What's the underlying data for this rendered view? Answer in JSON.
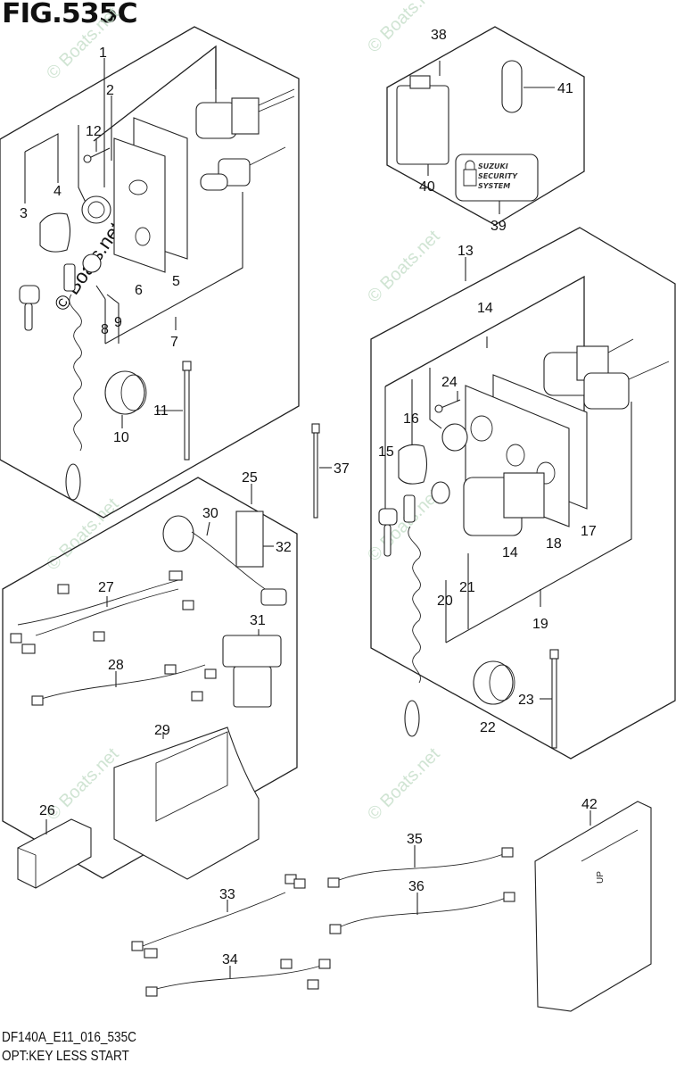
{
  "figure": {
    "title": "FIG.535C",
    "code": "DF140A_E11_016_535C",
    "caption": "OPT:KEY LESS START",
    "watermark": "© Boats.net"
  },
  "callouts": [
    {
      "id": "1",
      "label": "1"
    },
    {
      "id": "2",
      "label": "2"
    },
    {
      "id": "3",
      "label": "3"
    },
    {
      "id": "4",
      "label": "4"
    },
    {
      "id": "5",
      "label": "5"
    },
    {
      "id": "6",
      "label": "6"
    },
    {
      "id": "7",
      "label": "7"
    },
    {
      "id": "8",
      "label": "8"
    },
    {
      "id": "9",
      "label": "9"
    },
    {
      "id": "10",
      "label": "10"
    },
    {
      "id": "11",
      "label": "11"
    },
    {
      "id": "12",
      "label": "12"
    },
    {
      "id": "13",
      "label": "13"
    },
    {
      "id": "14a",
      "label": "14"
    },
    {
      "id": "14b",
      "label": "14"
    },
    {
      "id": "15",
      "label": "15"
    },
    {
      "id": "16",
      "label": "16"
    },
    {
      "id": "17",
      "label": "17"
    },
    {
      "id": "18",
      "label": "18"
    },
    {
      "id": "19",
      "label": "19"
    },
    {
      "id": "20",
      "label": "20"
    },
    {
      "id": "21",
      "label": "21"
    },
    {
      "id": "22",
      "label": "22"
    },
    {
      "id": "23",
      "label": "23"
    },
    {
      "id": "24",
      "label": "24"
    },
    {
      "id": "25",
      "label": "25"
    },
    {
      "id": "26",
      "label": "26"
    },
    {
      "id": "27",
      "label": "27"
    },
    {
      "id": "28",
      "label": "28"
    },
    {
      "id": "29",
      "label": "29"
    },
    {
      "id": "30",
      "label": "30"
    },
    {
      "id": "31",
      "label": "31"
    },
    {
      "id": "32",
      "label": "32"
    },
    {
      "id": "33",
      "label": "33"
    },
    {
      "id": "34",
      "label": "34"
    },
    {
      "id": "35",
      "label": "35"
    },
    {
      "id": "36",
      "label": "36"
    },
    {
      "id": "37",
      "label": "37"
    },
    {
      "id": "38",
      "label": "38"
    },
    {
      "id": "39",
      "label": "39"
    },
    {
      "id": "40",
      "label": "40"
    },
    {
      "id": "41",
      "label": "41"
    },
    {
      "id": "42",
      "label": "42"
    }
  ],
  "security_sticker": {
    "lines": [
      "SUZUKI",
      "SECURITY",
      "SYSTEM"
    ]
  },
  "ecu_marking": "UP"
}
